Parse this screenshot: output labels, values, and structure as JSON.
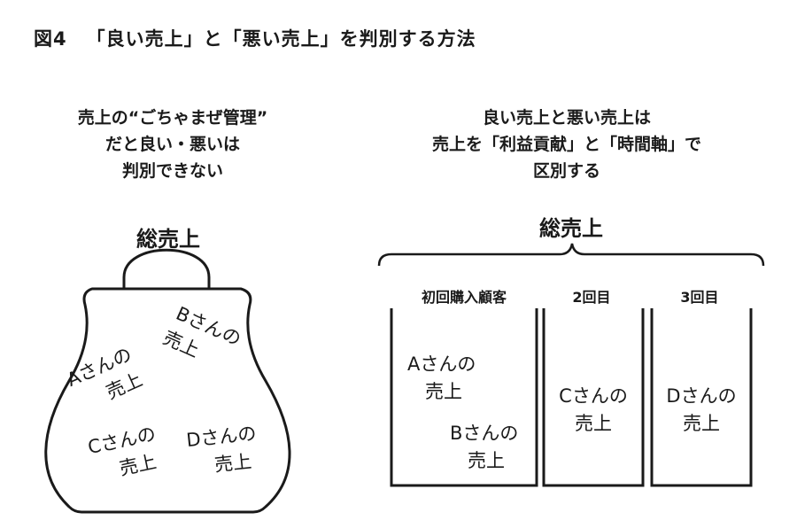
{
  "title": {
    "figure": "図4",
    "text": "「良い売上」と「悪い売上」を判別する方法"
  },
  "left_panel": {
    "caption_lines": [
      "売上の“ごちゃまぜ管理”",
      "だと良い・悪いは",
      "判別できない"
    ],
    "total_label": "総売上",
    "bag_items": [
      {
        "name": "Aさんの",
        "sub": "売上"
      },
      {
        "name": "Bさんの",
        "sub": "売上"
      },
      {
        "name": "Cさんの",
        "sub": "売上"
      },
      {
        "name": "Dさんの",
        "sub": "売上"
      }
    ]
  },
  "right_panel": {
    "caption_lines": [
      "良い売上と悪い売上は",
      "売上を「利益貢献」と「時間軸」で",
      "区別する"
    ],
    "total_label": "総売上",
    "columns": [
      {
        "header": "初回購入顧客",
        "items": [
          {
            "name": "Aさんの",
            "sub": "売上"
          },
          {
            "name": "Bさんの",
            "sub": "売上"
          }
        ]
      },
      {
        "header": "2回目",
        "items": [
          {
            "name": "Cさんの",
            "sub": "売上"
          }
        ]
      },
      {
        "header": "3回目",
        "items": [
          {
            "name": "Dさんの",
            "sub": "売上"
          }
        ]
      }
    ]
  }
}
